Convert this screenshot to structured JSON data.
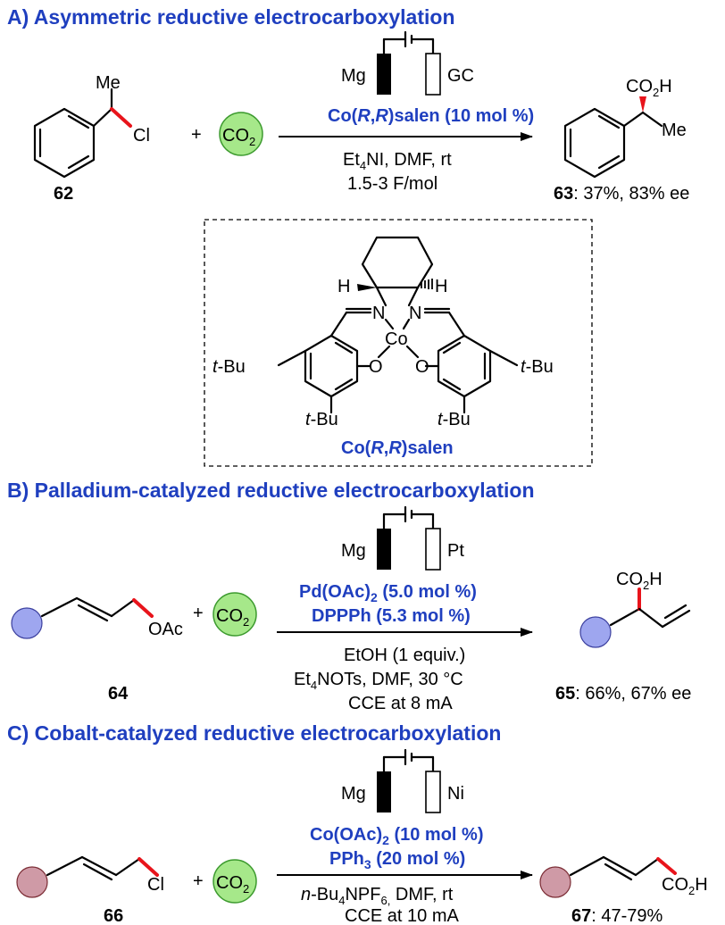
{
  "colors": {
    "header_blue": "#1f3fbf",
    "catalyst_blue": "#1f3fbf",
    "new_bond_red": "#e8141b",
    "co2_circle_fill": "#a6e88a",
    "co2_circle_stroke": "#3c9a2e",
    "blue_substituent_fill": "#9ea6ef",
    "red_substituent_fill": "#cf9aa6"
  },
  "panel_a": {
    "title": "A) Asymmetric reductive electrocarboxylation",
    "substrate": {
      "substituent": "Me",
      "leaving_group": "Cl",
      "number": "62"
    },
    "plus": "+",
    "co2": {
      "c": "CO",
      "sub": "2"
    },
    "cell": {
      "anode": "Mg",
      "cathode": "GC"
    },
    "catalyst": {
      "pre": "Co(",
      "r1": "R",
      "comma": ",",
      "r2": "R",
      "post": ")salen (10 mol %)"
    },
    "conditions": {
      "line1_a": "Et",
      "line1_sub": "4",
      "line1_b": "NI, DMF, rt",
      "line2": "1.5-3 F/mol"
    },
    "product": {
      "group_a": "CO",
      "group_sub": "2",
      "group_b": "H",
      "substituent": "Me",
      "number": "63",
      "result": ": 37%, 83% ee"
    },
    "salen": {
      "h_left": "H",
      "h_right": "H",
      "n_left": "N",
      "n_right": "N",
      "co": "Co",
      "o_left": "O",
      "o_right": "O",
      "tbu_t": "t",
      "tbu_rest": "-Bu",
      "name_pre": "Co(",
      "name_r1": "R",
      "name_comma": ",",
      "name_r2": "R",
      "name_post": ")salen"
    }
  },
  "panel_b": {
    "title": "B) Palladium-catalyzed reductive electrocarboxylation",
    "substrate": {
      "leaving_group": "OAc",
      "number": "64"
    },
    "plus": "+",
    "co2": {
      "c": "CO",
      "sub": "2"
    },
    "cell": {
      "anode": "Mg",
      "cathode": "Pt"
    },
    "catalyst1": {
      "a": "Pd(OAc)",
      "sub": "2",
      "b": " (5.0 mol %)"
    },
    "catalyst2": "DPPPh (5.3 mol %)",
    "conditions": {
      "line1": "EtOH (1 equiv.)",
      "line2_a": "Et",
      "line2_sub": "4",
      "line2_b": "NOTs, DMF, 30 °C",
      "line3": "CCE at 8 mA"
    },
    "product": {
      "group_a": "CO",
      "group_sub": "2",
      "group_b": "H",
      "number": "65",
      "result": ": 66%, 67% ee"
    }
  },
  "panel_c": {
    "title": "C) Cobalt-catalyzed reductive electrocarboxylation",
    "substrate": {
      "leaving_group": "Cl",
      "number": "66"
    },
    "plus": "+",
    "co2": {
      "c": "CO",
      "sub": "2"
    },
    "cell": {
      "anode": "Mg",
      "cathode": "Ni"
    },
    "catalyst1": {
      "a": "Co(OAc)",
      "sub": "2",
      "b": " (10 mol %)"
    },
    "catalyst2": {
      "a": "PPh",
      "sub": "3",
      "b": " (20 mol %)"
    },
    "conditions": {
      "line1_n": "n",
      "line1_a": "-Bu",
      "line1_sub": "4",
      "line1_b": "NPF",
      "line1_sub2": "6,",
      "line1_c": " DMF, rt",
      "line2": "CCE at 10 mA"
    },
    "product": {
      "group_a": "CO",
      "group_sub": "2",
      "group_b": "H",
      "number": "67",
      "result": ": 47-79%"
    }
  }
}
